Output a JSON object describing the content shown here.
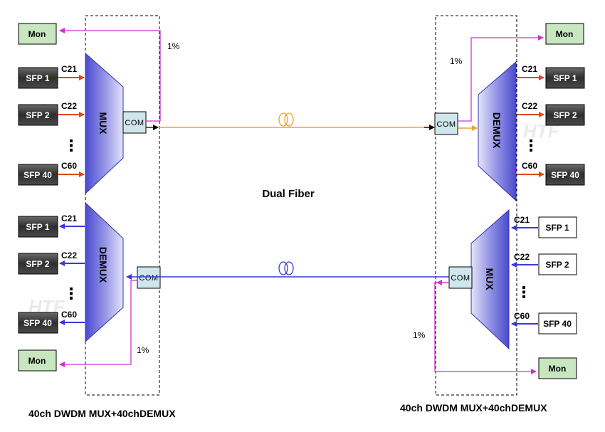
{
  "labels": {
    "sfp1": "SFP 1",
    "sfp2": "SFP 2",
    "sfp40": "SFP 40",
    "mon": "Mon",
    "com": "COM",
    "ch_c21": "C21",
    "ch_c22": "C22",
    "ch_c60": "C60",
    "tap_pct": "1%",
    "mux": "MUX",
    "demux": "DEMUX",
    "ellipsis": "⋮",
    "watermark": "HTF"
  },
  "center_label": "Dual Fiber",
  "captions": {
    "left": "40ch DWDM MUX+40chDEMUX",
    "right": "40ch DWDM MUX+40chDEMUX"
  },
  "colors": {
    "sfp_fill": "#3a3a3a",
    "mon_fill": "#c8e6c0",
    "com_fill": "#cfe7ec",
    "device_fill": "#7b7bdc",
    "tx_line": "#d94a1a",
    "rx_line": "#3a3ad6",
    "tap_line": "#cc33cc",
    "fiber_tx": "#f0a030",
    "fiber_rx": "#3a3ad6"
  }
}
